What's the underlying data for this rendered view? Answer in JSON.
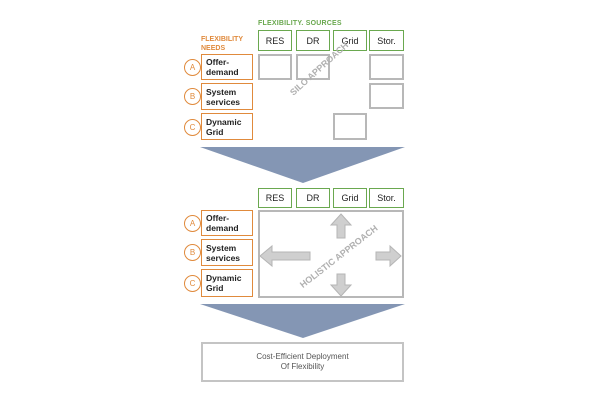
{
  "flexibility_sources_header": "FLEXIBILITY. SOURCES",
  "flexibility_needs_header": [
    "FLEXIBILITY",
    "NEEDS"
  ],
  "sources": [
    "RES",
    "DR",
    "Grid",
    "Stor."
  ],
  "needs": [
    {
      "letter": "A",
      "line1": "Offer-",
      "line2": "demand"
    },
    {
      "letter": "B",
      "line1": "System",
      "line2": "services"
    },
    {
      "letter": "C",
      "line1": "Dynamic",
      "line2": "Grid"
    }
  ],
  "silo_label": "SILO APPROACH",
  "holistic_label": "HOLISTIC APPROACH",
  "result": {
    "line1": "Cost-Efficient Deployment",
    "line2": "Of Flexibility"
  },
  "colors": {
    "green": "#6aa84f",
    "orange": "#e08a3c",
    "grey": "#b8b8b8",
    "funnel": "#8496b4"
  }
}
